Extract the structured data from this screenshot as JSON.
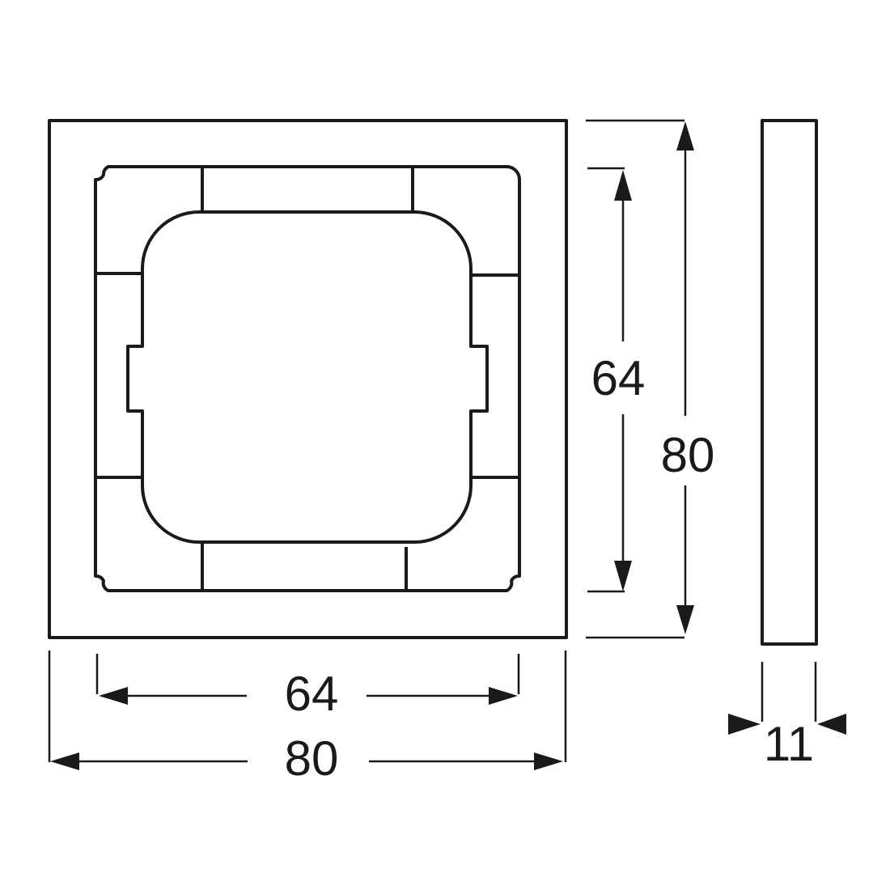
{
  "colors": {
    "line": "#1a1a1a",
    "background": "#ffffff"
  },
  "dimensions": {
    "inner_height": "64",
    "outer_height": "80",
    "inner_width": "64",
    "outer_width": "80",
    "depth": "11"
  }
}
